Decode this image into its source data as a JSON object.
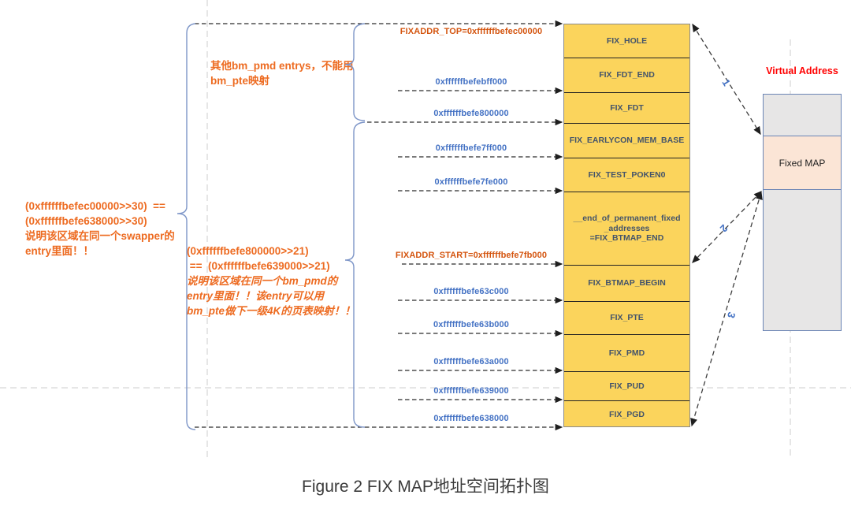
{
  "figure_caption": "Figure 2 FIX MAP地址空间拓扑图",
  "memory_map": {
    "segments": [
      {
        "label": "FIX_HOLE"
      },
      {
        "label": "FIX_FDT_END"
      },
      {
        "label": "FIX_FDT"
      },
      {
        "label": "FIX_EARLYCON_MEM_BASE"
      },
      {
        "label": "FIX_TEST_POKEN0"
      },
      {
        "label": "__end_of_permanent_fixed\n_addresses\n=FIX_BTMAP_END"
      },
      {
        "label": "FIX_BTMAP_BEGIN"
      },
      {
        "label": "FIX_PTE"
      },
      {
        "label": "FIX_PMD"
      },
      {
        "label": "FIX_PUD"
      },
      {
        "label": "FIX_PGD"
      }
    ]
  },
  "addresses": [
    {
      "label": "FIXADDR_TOP=0xffffffbefec00000"
    },
    {
      "label": "0xffffffbefebff000"
    },
    {
      "label": "0xffffffbefe800000"
    },
    {
      "label": "0xffffffbefe7ff000"
    },
    {
      "label": "0xffffffbefe7fe000"
    },
    {
      "label": "FIXADDR_START=0xffffffbefe7fb000"
    },
    {
      "label": "0xffffffbefe63c000"
    },
    {
      "label": "0xffffffbefe63b000"
    },
    {
      "label": "0xffffffbefe63a000"
    },
    {
      "label": "0xffffffbefe639000"
    },
    {
      "label": "0xffffffbefe638000"
    }
  ],
  "annotations": {
    "swapper_note": {
      "lines": [
        "(0xffffffbefec00000>>30)  ==",
        "(0xffffffbefe638000>>30)",
        "说明该区域在同一个swapper的",
        "entry里面！！"
      ]
    },
    "pmd_entries_note": {
      "lines": [
        "其他bm_pmd entrys，不能用",
        "bm_pte映射"
      ]
    },
    "pmd_pte_note": {
      "lines_plain": [
        "(0xffffffbefe800000>>21)",
        " ==  (0xffffffbefe639000>>21)"
      ],
      "lines_italic": [
        "说明该区域在同一个bm_pmd的",
        "entry里面！！该entry可以用",
        "bm_pte做下一级4K的页表映射！！"
      ]
    }
  },
  "virtual_address_column": {
    "title": "Virtual Address",
    "fixed_map_label": "Fixed MAP"
  },
  "arrows": [
    {
      "label": "1"
    },
    {
      "label": "2"
    },
    {
      "label": "3"
    }
  ],
  "colors": {
    "segment_fill": "#FBD45C",
    "fixed_map_fill": "#FBE5D6",
    "column_fill": "#E7E6E6",
    "address_blue": "#4472C4",
    "fixaddr_orange": "#D4540E",
    "annotation_orange": "#ED6B21",
    "virtual_address_red": "#FF0000",
    "brace_blue": "#7E96C8",
    "segment_label": "#44546A"
  }
}
